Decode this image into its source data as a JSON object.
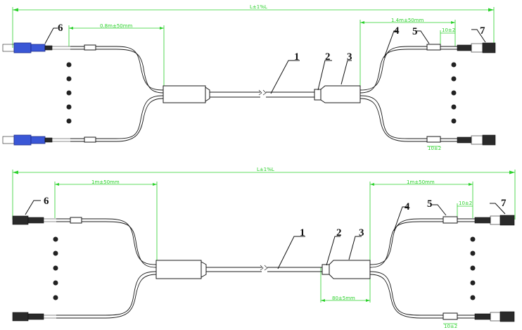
{
  "diagrams": [
    {
      "dims": {
        "total_length": "L±1%L",
        "left_branch": "0.8m±50mm",
        "right_branch": "1.4m±50mm",
        "sleeve_offset": "10±2",
        "sleeve_offset_lower": "10±2"
      },
      "callouts": [
        "1",
        "2",
        "3",
        "4",
        "5",
        "6",
        "7"
      ],
      "connector_color": "#3a57d6"
    },
    {
      "dims": {
        "total_length": "L±1%L",
        "left_branch": "1m±50mm",
        "right_branch": "1m±50mm",
        "sleeve_offset": "10±2",
        "splitter_length": "80±5mm",
        "sleeve_offset_lower": "10±2"
      },
      "callouts": [
        "1",
        "2",
        "3",
        "4",
        "5",
        "6",
        "7"
      ],
      "connector_color": "#2a2a2a"
    }
  ],
  "dimension_color": "#2bd12b"
}
